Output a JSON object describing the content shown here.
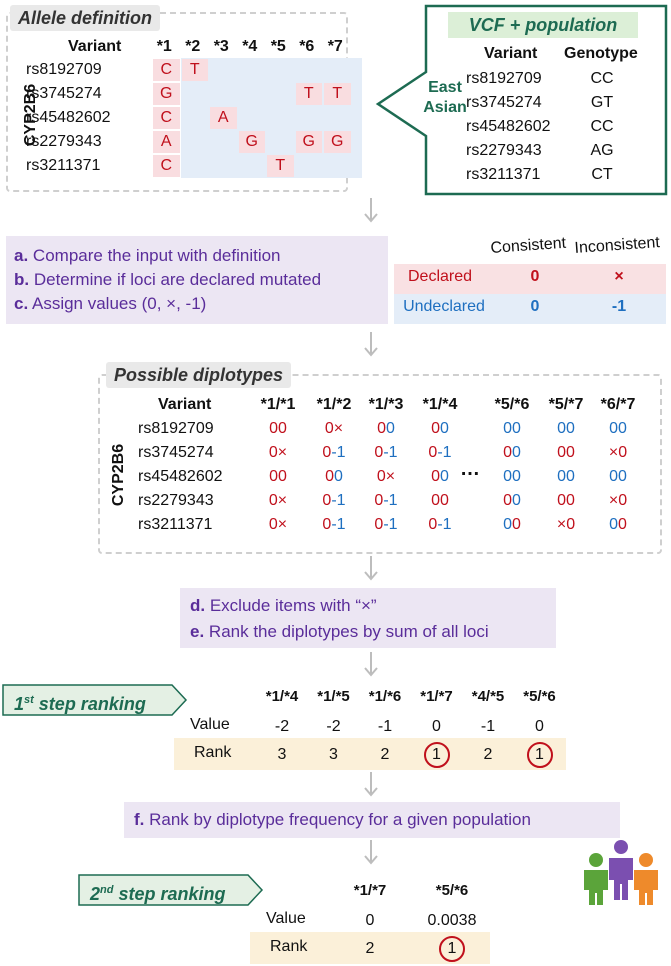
{
  "allele_definition": {
    "title": "Allele definition",
    "gene": "CYP2B6",
    "variant_header": "Variant",
    "alleles": [
      "*1",
      "*2",
      "*3",
      "*4",
      "*5",
      "*6",
      "*7"
    ],
    "variants": [
      "rs8192709",
      "rs3745274",
      "rs45482602",
      "rs2279343",
      "rs3211371"
    ],
    "cells": [
      [
        [
          "C",
          0
        ],
        [
          "T",
          1
        ]
      ],
      [
        [
          "G",
          0
        ],
        [
          "T",
          5
        ],
        [
          "T",
          6
        ]
      ],
      [
        [
          "C",
          0
        ],
        [
          "A",
          2
        ]
      ],
      [
        [
          "A",
          0
        ],
        [
          "G",
          3
        ],
        [
          "G",
          5
        ],
        [
          "G",
          6
        ]
      ],
      [
        [
          "C",
          0
        ],
        [
          "T",
          4
        ]
      ]
    ],
    "colors": {
      "red_fill": "#f9dde0",
      "blue_fill": "#e4edf8",
      "text_red": "#c0101c"
    }
  },
  "vcf": {
    "title": "VCF + population",
    "population": "East\nAsian",
    "variant_header": "Variant",
    "genotype_header": "Genotype",
    "rows": [
      {
        "variant": "rs8192709",
        "genotype": "CC"
      },
      {
        "variant": "rs3745274",
        "genotype": "GT"
      },
      {
        "variant": "rs45482602",
        "genotype": "CC"
      },
      {
        "variant": "rs2279343",
        "genotype": "AG"
      },
      {
        "variant": "rs3211371",
        "genotype": "CT"
      }
    ],
    "border_color": "#1d6b52"
  },
  "steps_abc": {
    "a_key": "a.",
    "a_text": "Compare the input with definition",
    "b_key": "b.",
    "b_text": "Determine if loci are declared mutated",
    "c_key": "c.",
    "c_text": "Assign values (0, ×, -1)"
  },
  "assign_table": {
    "consistent": "Consistent",
    "inconsistent": "Inconsistent",
    "declared": "Declared",
    "undeclared": "Undeclared",
    "declared_consistent": "0",
    "declared_inconsistent": "×",
    "undeclared_consistent": "0",
    "undeclared_inconsistent": "-1"
  },
  "diplotypes": {
    "title": "Possible diplotypes",
    "gene": "CYP2B6",
    "variant_header": "Variant",
    "headers": [
      "*1/*1",
      "*1/*2",
      "*1/*3",
      "*1/*4",
      "*5/*6",
      "*5/*7",
      "*6/*7"
    ],
    "ellipsis": "…",
    "variants": [
      "rs8192709",
      "rs3745274",
      "rs45482602",
      "rs2279343",
      "rs3211371"
    ],
    "cells": [
      [
        [
          [
            "0",
            "r"
          ],
          [
            "0",
            "r"
          ]
        ],
        [
          [
            "0",
            "r"
          ],
          [
            "×",
            "r"
          ]
        ],
        [
          [
            "0",
            "r"
          ],
          [
            "0",
            "b"
          ]
        ],
        [
          [
            "0",
            "r"
          ],
          [
            "0",
            "b"
          ]
        ],
        [
          [
            "0",
            "b"
          ],
          [
            "0",
            "b"
          ]
        ],
        [
          [
            "0",
            "b"
          ],
          [
            "0",
            "b"
          ]
        ],
        [
          [
            "0",
            "b"
          ],
          [
            "0",
            "b"
          ]
        ]
      ],
      [
        [
          [
            "0",
            "r"
          ],
          [
            "×",
            "r"
          ]
        ],
        [
          [
            "0",
            "r"
          ],
          [
            "-1",
            "b"
          ]
        ],
        [
          [
            "0",
            "r"
          ],
          [
            "-1",
            "b"
          ]
        ],
        [
          [
            "0",
            "r"
          ],
          [
            "-1",
            "b"
          ]
        ],
        [
          [
            "0",
            "r"
          ],
          [
            "0",
            "b"
          ]
        ],
        [
          [
            "0",
            "r"
          ],
          [
            "0",
            "r"
          ]
        ],
        [
          [
            "×",
            "r"
          ],
          [
            "0",
            "r"
          ]
        ]
      ],
      [
        [
          [
            "0",
            "r"
          ],
          [
            "0",
            "r"
          ]
        ],
        [
          [
            "0",
            "r"
          ],
          [
            "0",
            "b"
          ]
        ],
        [
          [
            "0",
            "r"
          ],
          [
            "×",
            "r"
          ]
        ],
        [
          [
            "0",
            "r"
          ],
          [
            "0",
            "b"
          ]
        ],
        [
          [
            "0",
            "b"
          ],
          [
            "0",
            "b"
          ]
        ],
        [
          [
            "0",
            "b"
          ],
          [
            "0",
            "b"
          ]
        ],
        [
          [
            "0",
            "b"
          ],
          [
            "0",
            "b"
          ]
        ]
      ],
      [
        [
          [
            "0",
            "r"
          ],
          [
            "×",
            "r"
          ]
        ],
        [
          [
            "0",
            "r"
          ],
          [
            "-1",
            "b"
          ]
        ],
        [
          [
            "0",
            "r"
          ],
          [
            "-1",
            "b"
          ]
        ],
        [
          [
            "0",
            "r"
          ],
          [
            "0",
            "r"
          ]
        ],
        [
          [
            "0",
            "r"
          ],
          [
            "0",
            "b"
          ]
        ],
        [
          [
            "0",
            "r"
          ],
          [
            "0",
            "r"
          ]
        ],
        [
          [
            "×",
            "r"
          ],
          [
            "0",
            "r"
          ]
        ]
      ],
      [
        [
          [
            "0",
            "r"
          ],
          [
            "×",
            "r"
          ]
        ],
        [
          [
            "0",
            "r"
          ],
          [
            "-1",
            "b"
          ]
        ],
        [
          [
            "0",
            "r"
          ],
          [
            "-1",
            "b"
          ]
        ],
        [
          [
            "0",
            "r"
          ],
          [
            "-1",
            "b"
          ]
        ],
        [
          [
            "0",
            "b"
          ],
          [
            "0",
            "r"
          ]
        ],
        [
          [
            "×",
            "r"
          ],
          [
            "0",
            "r"
          ]
        ],
        [
          [
            "0",
            "b"
          ],
          [
            "0",
            "r"
          ]
        ]
      ]
    ]
  },
  "steps_de": {
    "d_key": "d.",
    "d_text": "Exclude items with “×”",
    "e_key": "e.",
    "e_text": "Rank the diplotypes by sum of all loci"
  },
  "first_ranking": {
    "label_main": "1",
    "label_sup": "st",
    "label_rest": " step ranking",
    "headers": [
      "*1/*4",
      "*1/*5",
      "*1/*6",
      "*1/*7",
      "*4/*5",
      "*5/*6"
    ],
    "value_label": "Value",
    "values": [
      "-2",
      "-2",
      "-1",
      "0",
      "-1",
      "0"
    ],
    "rank_label": "Rank",
    "ranks": [
      "3",
      "3",
      "2",
      "1",
      "2",
      "1"
    ],
    "circled": [
      false,
      false,
      false,
      true,
      false,
      true
    ]
  },
  "step_f": {
    "f_key": "f.",
    "f_text": "Rank by diplotype frequency for a given population"
  },
  "second_ranking": {
    "label_main": "2",
    "label_sup": "nd",
    "label_rest": " step ranking",
    "headers": [
      "*1/*7",
      "*5/*6"
    ],
    "value_label": "Value",
    "values": [
      "0",
      "0.0038"
    ],
    "rank_label": "Rank",
    "ranks": [
      "2",
      "1"
    ],
    "circled": [
      false,
      true
    ]
  },
  "icons": {
    "people": "people-group-icon"
  }
}
